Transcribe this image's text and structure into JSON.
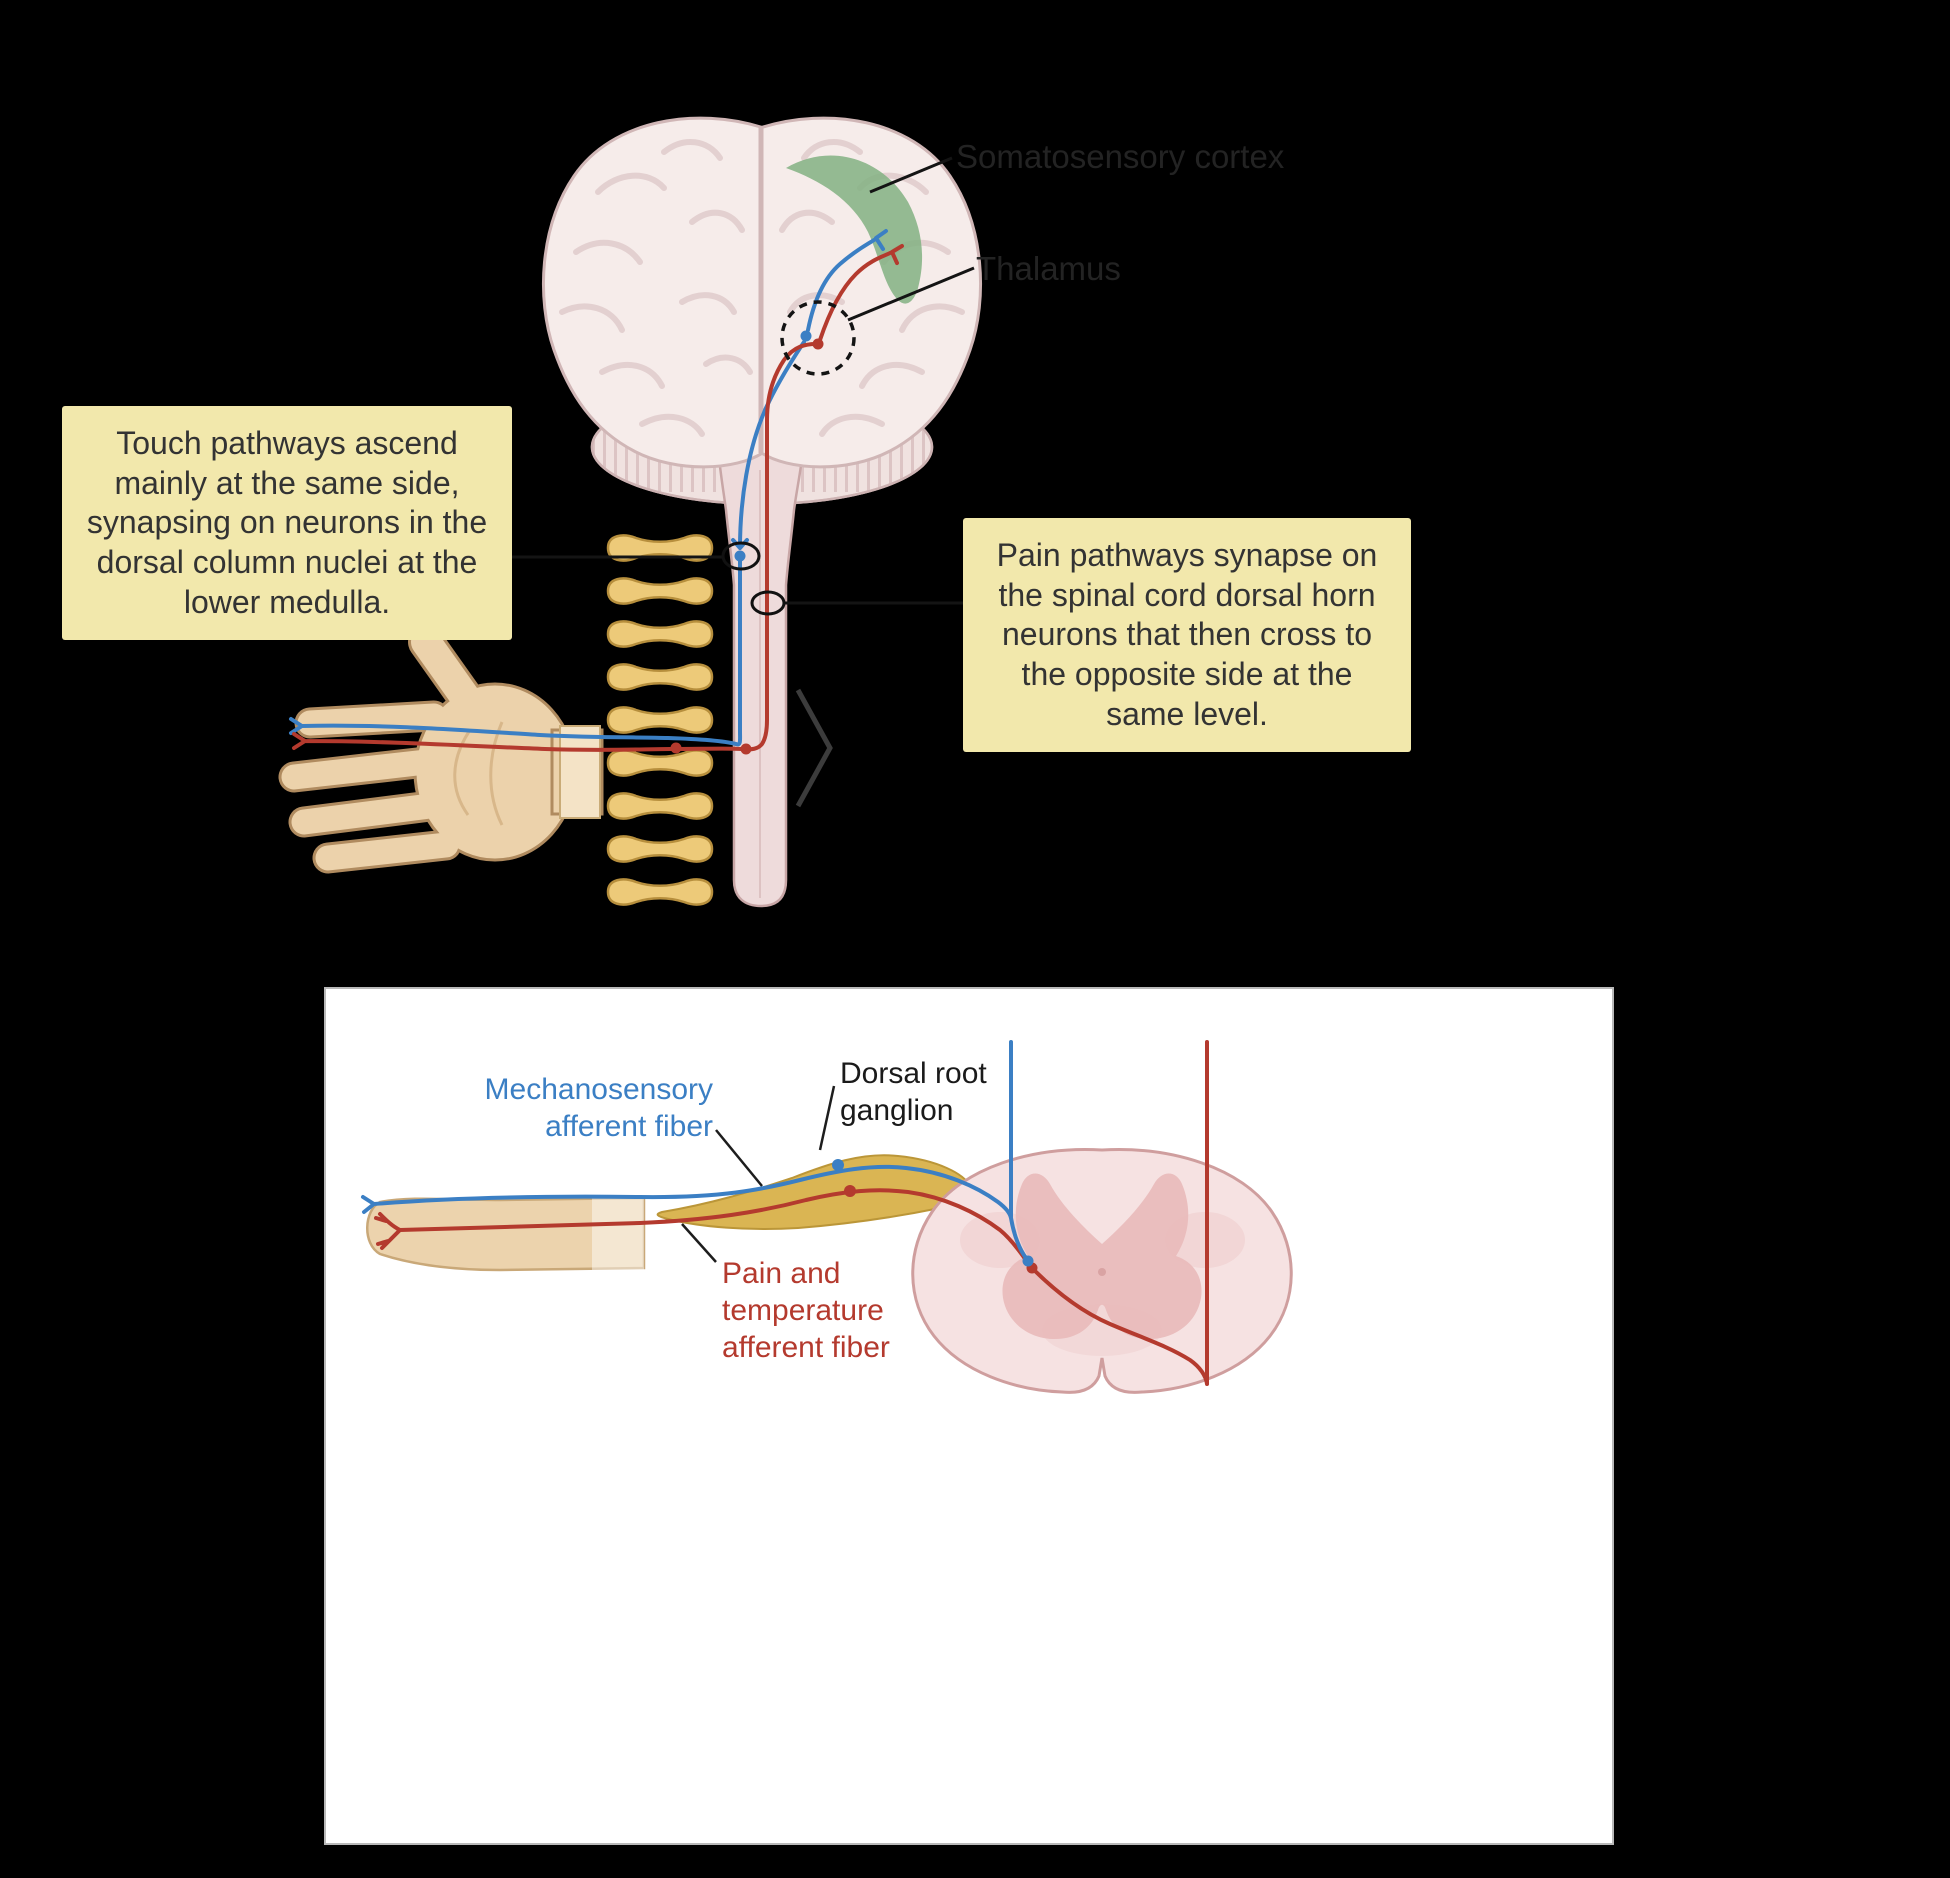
{
  "colors": {
    "background": "#000000",
    "panel_bg": "#ffffff",
    "touch_pathway_blue": "#3b7fc4",
    "pain_pathway_red": "#b43a2e",
    "note_bg": "#f2e8ac",
    "note_text": "#333333",
    "faint_label": "#232323",
    "ganglion_yellow": "#d9b24a",
    "bone_yellow": "#edca79",
    "skin_tone": "#ecd2ab",
    "brain_pink": "#f6ecea",
    "cortex_green": "#83b183",
    "cord_pink": "#eedbdb"
  },
  "top_diagram": {
    "labels": {
      "somatosensory_cortex": "Somatosensory cortex",
      "thalamus": "Thalamus"
    },
    "notes": {
      "touch": "Touch pathways ascend mainly at the same side, synapsing on neurons in the dorsal column nuclei at the lower medulla.",
      "pain": "Pain pathways synapse on the spinal cord dorsal horn neurons that then cross to the opposite side at the same level."
    }
  },
  "inset_panel": {
    "labels": {
      "mechanosensory": "Mechanosensory afferent fiber",
      "dorsal_root_ganglion": "Dorsal root ganglion",
      "pain_temperature": "Pain and temperature afferent fiber"
    }
  }
}
